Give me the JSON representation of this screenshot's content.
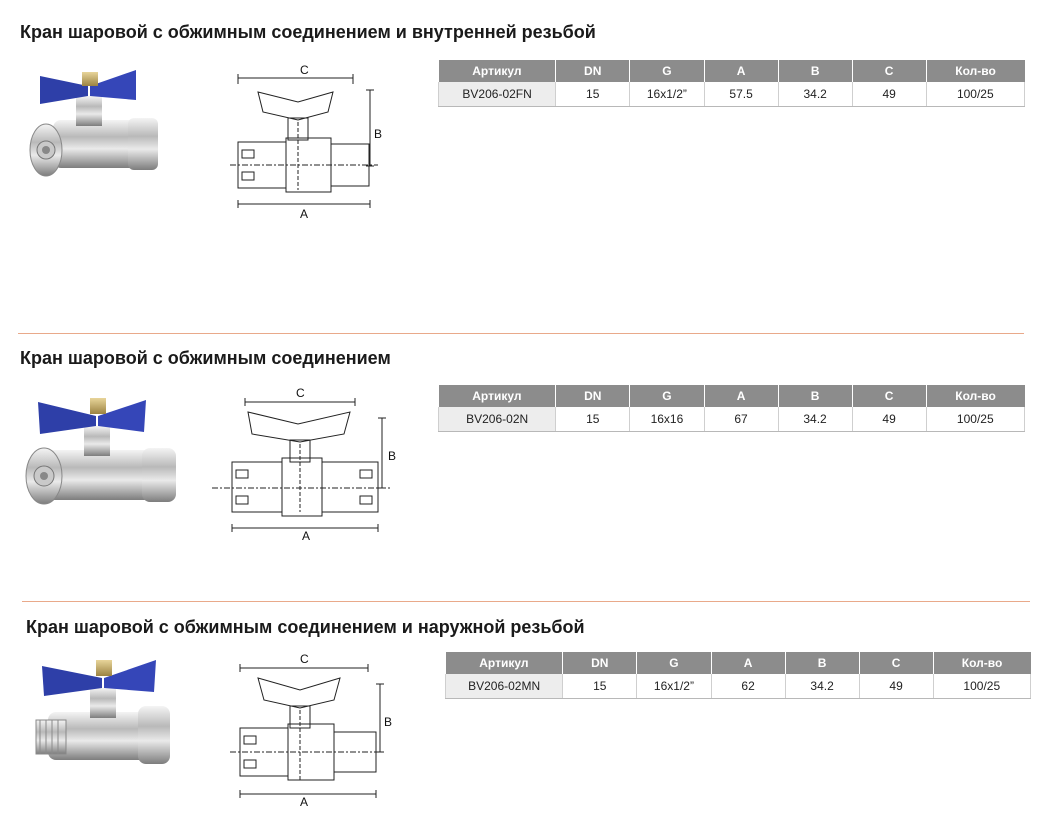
{
  "columns": [
    "Артикул",
    "DN",
    "G",
    "A",
    "B",
    "C",
    "Кол-во"
  ],
  "dim_labels": {
    "a": "A",
    "b": "B",
    "c": "C"
  },
  "colors": {
    "handle": "#2e3fa8",
    "table_header": "#8c8c8c",
    "article_cell": "#ededed",
    "divider": "#e9a98a"
  },
  "products": [
    {
      "title": "Кран шаровой с обжимным соединением и внутренней резьбой",
      "row": {
        "article": "BV206-02FN",
        "dn": "15",
        "g": "16x1/2”",
        "a": "57.5",
        "b": "34.2",
        "c": "49",
        "qty": "100/25"
      }
    },
    {
      "title": "Кран шаровой с обжимным соединением",
      "row": {
        "article": "BV206-02N",
        "dn": "15",
        "g": "16x16",
        "a": "67",
        "b": "34.2",
        "c": "49",
        "qty": "100/25"
      }
    },
    {
      "title": "Кран шаровой с обжимным соединением и наружной резьбой",
      "row": {
        "article": "BV206-02MN",
        "dn": "15",
        "g": "16x1/2”",
        "a": "62",
        "b": "34.2",
        "c": "49",
        "qty": "100/25"
      }
    }
  ]
}
